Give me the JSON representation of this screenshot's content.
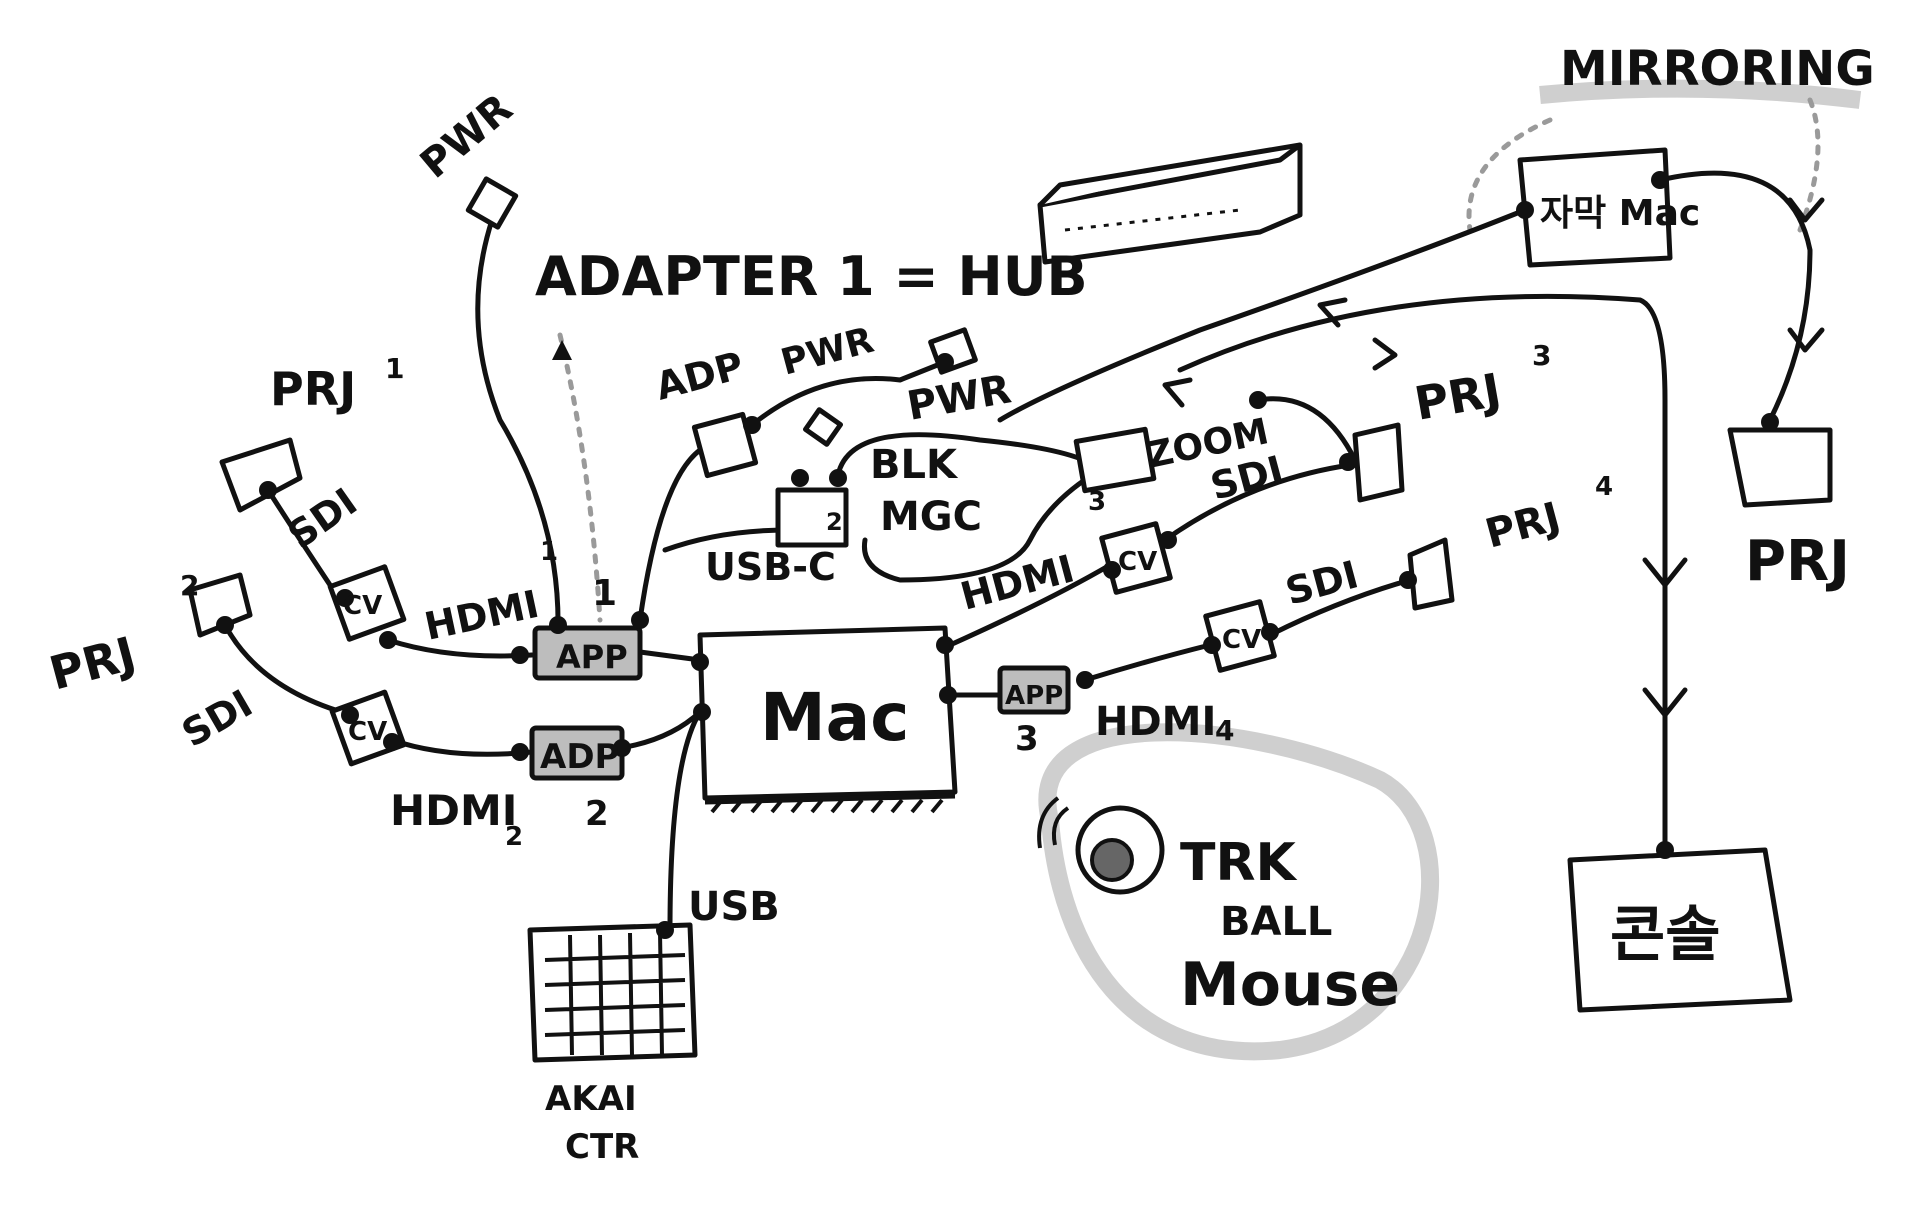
{
  "title": "ADAPTER 1 = HUB",
  "mirroring": "MIRRORING",
  "mac_label": "Mac",
  "side_mac_label": "자막 Mac",
  "console_label": "콘솔",
  "projectors": {
    "p1": "PRJ",
    "p1_sup": "1",
    "p2": "PRJ",
    "p2_sup": "2",
    "p3": "PRJ",
    "p3_sup": "3",
    "p4": "PRJ",
    "p4_sup": "4",
    "p5": "PRJ"
  },
  "cables": {
    "sdi": "SDI",
    "hdmi": "HDMI",
    "hdmi1_sub": "1",
    "hdmi2_sub": "2",
    "hdmi3_sub": "3",
    "hdmi4_sub": "4",
    "usb": "USB",
    "usb_c": "USB-C",
    "zoom": "ZOOM"
  },
  "devices": {
    "adp": "ADP",
    "cv": "CV",
    "app": "APP",
    "pwr": "PWR",
    "blk_magic_1": "BLK",
    "blk_magic_2": "MGC",
    "blk_num": "2",
    "adp1_num": "1",
    "adp2_num": "2",
    "adp3_num": "3",
    "akai_1": "AKAI",
    "akai_2": "CTR",
    "trk_1": "TRK",
    "trk_2": "BALL",
    "trk_3": "Mouse"
  }
}
